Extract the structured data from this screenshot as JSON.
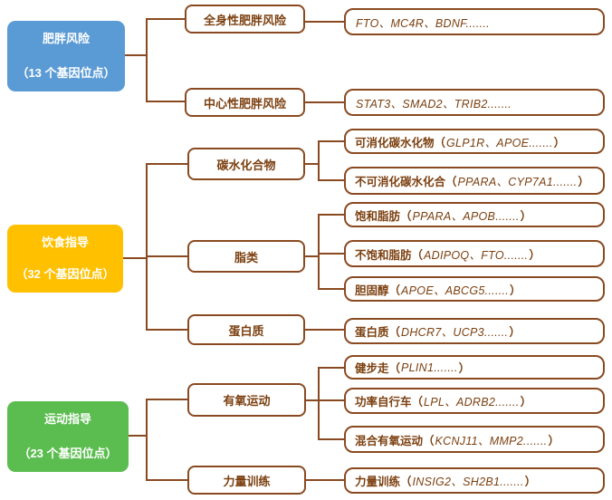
{
  "colors": {
    "obesity_root": "#5B9BD5",
    "diet_root": "#FFC000",
    "exercise_root": "#5BBD4F",
    "connector_and_border": "#8A4A21",
    "node_text": "#7C4010"
  },
  "groups": [
    {
      "root": {
        "title": "肥胖风险",
        "subtitle": "（13 个基因位点）"
      },
      "branches": [
        {
          "label": "全身性肥胖风险",
          "leaves": [
            {
              "prefix": "",
              "genes": "FTO、MC4R、BDNF.......",
              "suffix": ""
            }
          ]
        },
        {
          "label": "中心性肥胖风险",
          "leaves": [
            {
              "prefix": "",
              "genes": "STAT3、SMAD2、TRIB2.......",
              "suffix": ""
            }
          ]
        }
      ]
    },
    {
      "root": {
        "title": "饮食指导",
        "subtitle": "（32 个基因位点）"
      },
      "branches": [
        {
          "label": "碳水化合物",
          "leaves": [
            {
              "prefix": "可消化碳水化物（",
              "genes": "GLP1R、APOE.......",
              "suffix": "）"
            },
            {
              "prefix": "不可消化碳水化合（",
              "genes": "PPARA、CYP7A1.......",
              "suffix": "）"
            }
          ]
        },
        {
          "label": "脂类",
          "leaves": [
            {
              "prefix": "饱和脂肪（",
              "genes": "PPARA、APOB.......",
              "suffix": "）"
            },
            {
              "prefix": "不饱和脂肪（",
              "genes": "ADIPOQ、FTO.......",
              "suffix": "）"
            },
            {
              "prefix": "胆固醇（",
              "genes": "APOE、ABCG5.......",
              "suffix": "）"
            }
          ]
        },
        {
          "label": "蛋白质",
          "leaves": [
            {
              "prefix": "蛋白质（",
              "genes": "DHCR7、UCP3.......",
              "suffix": "）"
            }
          ]
        }
      ]
    },
    {
      "root": {
        "title": "运动指导",
        "subtitle": "（23 个基因位点）"
      },
      "branches": [
        {
          "label": "有氧运动",
          "leaves": [
            {
              "prefix": "健步走（",
              "genes": "PLIN1.......",
              "suffix": "）"
            },
            {
              "prefix": "功率自行车（",
              "genes": "LPL、ADRB2.......",
              "suffix": "）"
            },
            {
              "prefix": "混合有氧运动（",
              "genes": "KCNJ11、MMP2.......",
              "suffix": "）"
            }
          ]
        },
        {
          "label": "力量训练",
          "leaves": [
            {
              "prefix": "力量训练（",
              "genes": "INSIG2、SH2B1.......",
              "suffix": "）"
            }
          ]
        }
      ]
    }
  ]
}
